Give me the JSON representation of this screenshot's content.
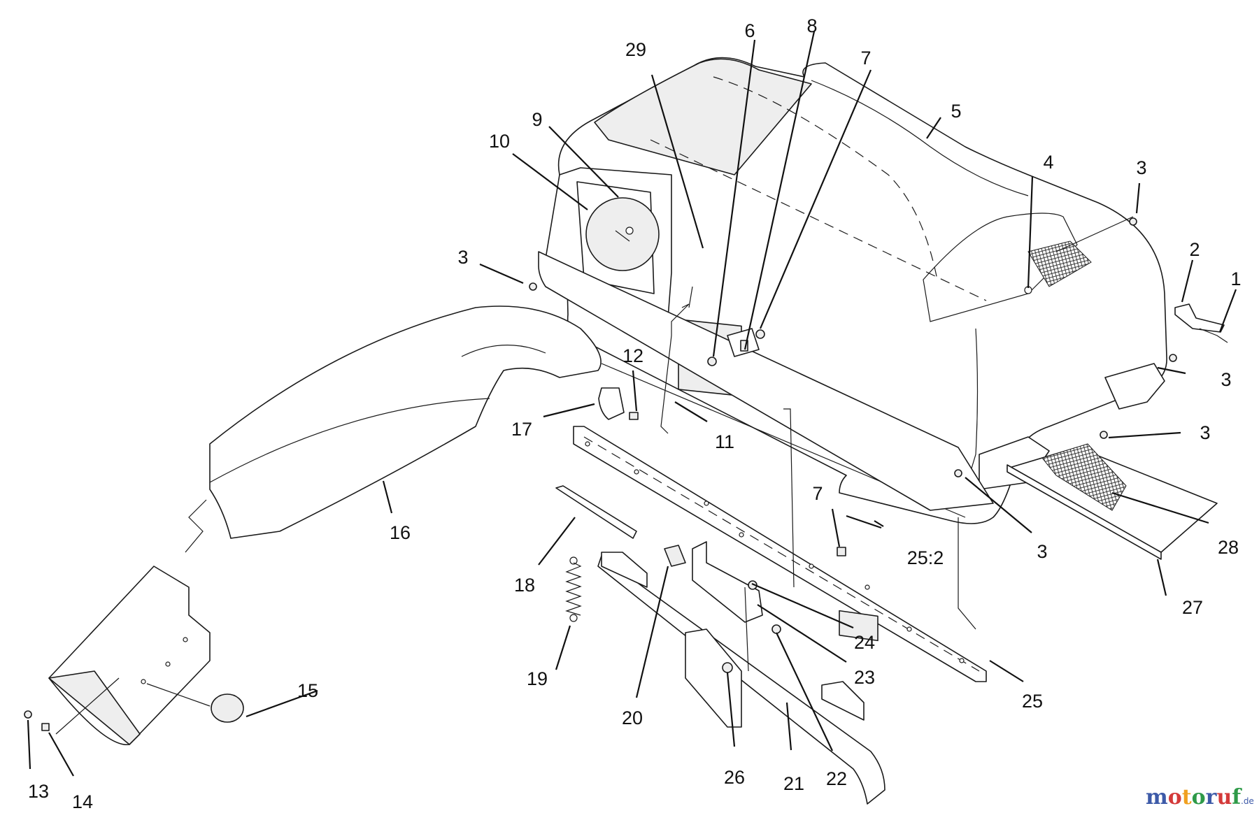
{
  "callouts": [
    {
      "id": "c1",
      "label": "1"
    },
    {
      "id": "c2",
      "label": "2"
    },
    {
      "id": "c3a",
      "label": "3"
    },
    {
      "id": "c3b",
      "label": "3"
    },
    {
      "id": "c3c",
      "label": "3"
    },
    {
      "id": "c3d",
      "label": "3"
    },
    {
      "id": "c3e",
      "label": "3"
    },
    {
      "id": "c4",
      "label": "4"
    },
    {
      "id": "c5",
      "label": "5"
    },
    {
      "id": "c6",
      "label": "6"
    },
    {
      "id": "c7a",
      "label": "7"
    },
    {
      "id": "c7b",
      "label": "7"
    },
    {
      "id": "c8",
      "label": "8"
    },
    {
      "id": "c9",
      "label": "9"
    },
    {
      "id": "c10",
      "label": "10"
    },
    {
      "id": "c11",
      "label": "11"
    },
    {
      "id": "c12",
      "label": "12"
    },
    {
      "id": "c13",
      "label": "13"
    },
    {
      "id": "c14",
      "label": "14"
    },
    {
      "id": "c15",
      "label": "15"
    },
    {
      "id": "c16",
      "label": "16"
    },
    {
      "id": "c17",
      "label": "17"
    },
    {
      "id": "c18",
      "label": "18"
    },
    {
      "id": "c19",
      "label": "19"
    },
    {
      "id": "c20",
      "label": "20"
    },
    {
      "id": "c21",
      "label": "21"
    },
    {
      "id": "c22",
      "label": "22"
    },
    {
      "id": "c23",
      "label": "23"
    },
    {
      "id": "c24",
      "label": "24"
    },
    {
      "id": "c25",
      "label": "25"
    },
    {
      "id": "c25b",
      "label": "25:2"
    },
    {
      "id": "c26",
      "label": "26"
    },
    {
      "id": "c27",
      "label": "27"
    },
    {
      "id": "c28",
      "label": "28"
    },
    {
      "id": "c29",
      "label": "29"
    }
  ],
  "watermark": {
    "text_main": "motoruf",
    "text_tld": ".de",
    "colors": [
      "#3d5aa8",
      "#d43a3a",
      "#f0a020",
      "#2e9a48",
      "#3d5aa8",
      "#d43a3a",
      "#2e9a48"
    ]
  }
}
